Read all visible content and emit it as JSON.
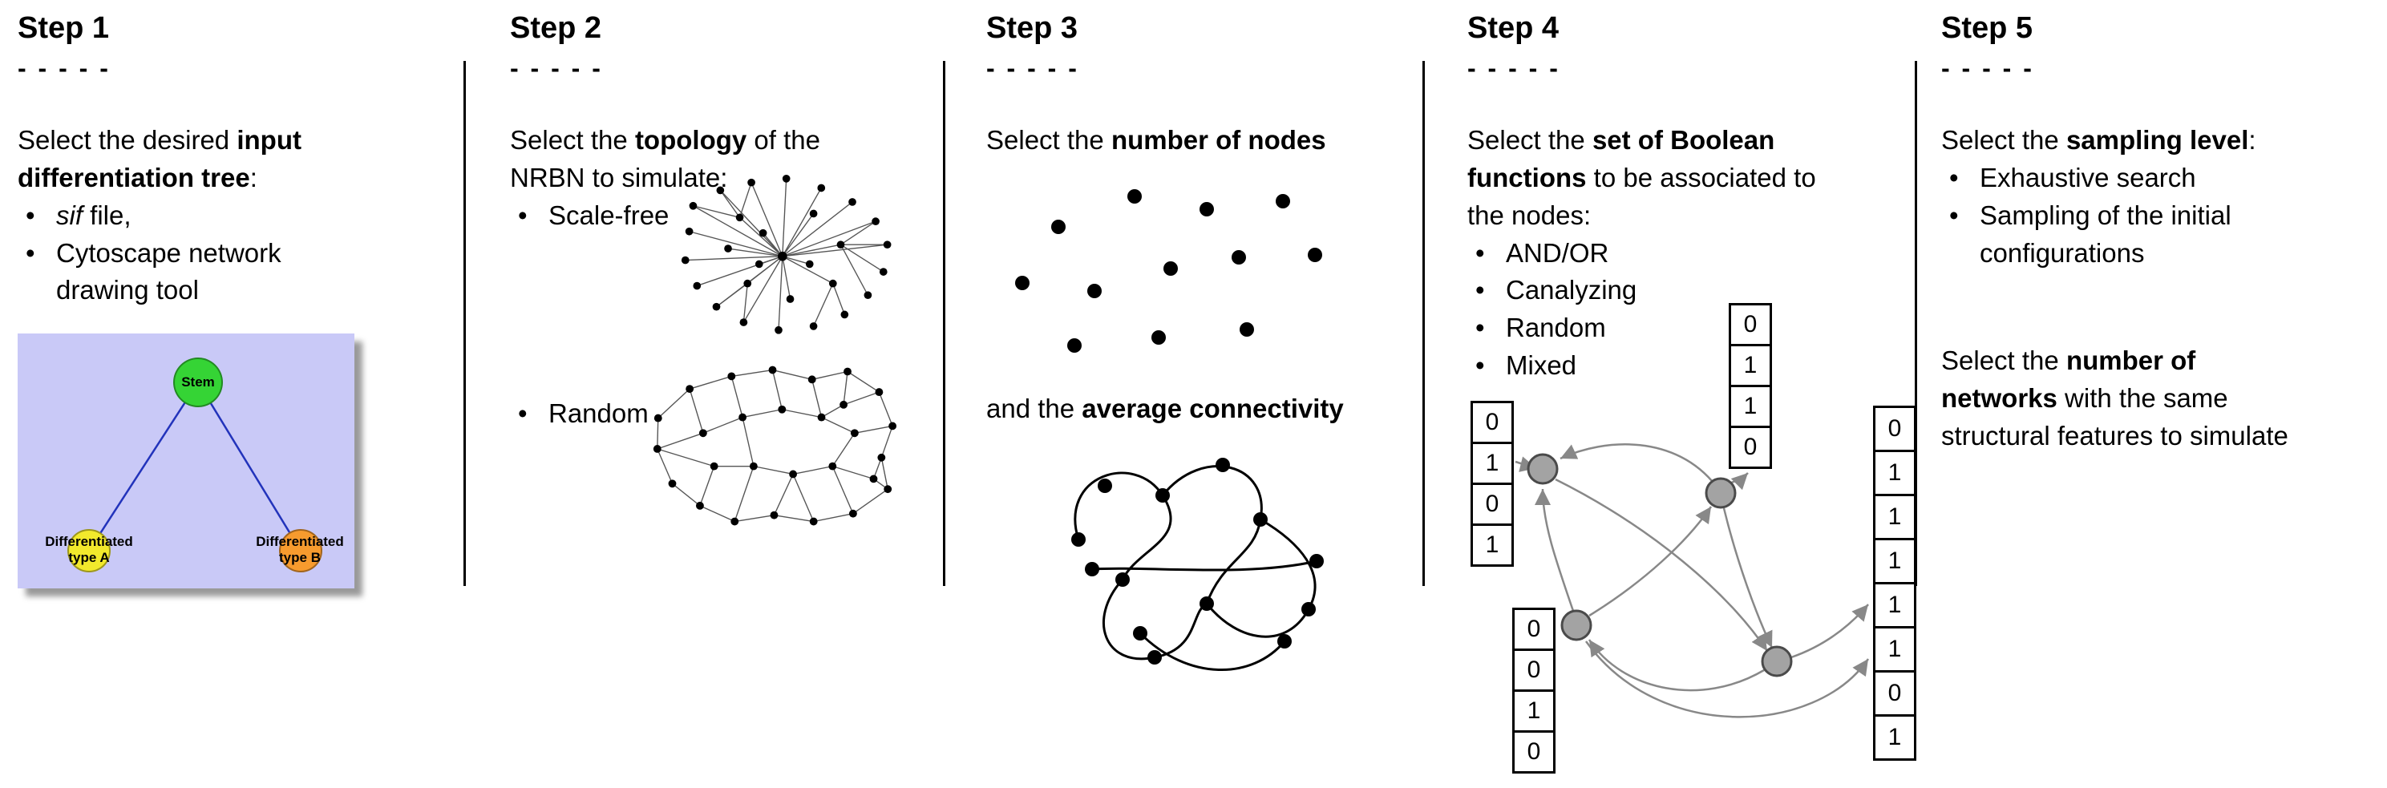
{
  "steps": [
    {
      "title": "Step 1",
      "dashes": "- - - - -",
      "intro": {
        "pre": "Select the desired ",
        "bold": "input\ndifferentiation tree",
        "post": ":"
      },
      "bullets": [
        {
          "italic": "sif",
          "text": " file,"
        },
        {
          "italic": "",
          "text": "Cytoscape network\ndrawing tool"
        }
      ],
      "tree": {
        "root_label": "Stem",
        "left_label": "Differentiated type A",
        "right_label": "Differentiated type B",
        "root_color": "#35d435",
        "left_color": "#f2e92c",
        "right_color": "#f79b2e",
        "background": "#c9c9f7",
        "edge_color": "#2233bb"
      }
    },
    {
      "title": "Step 2",
      "dashes": "- - - - -",
      "intro": {
        "pre": "Select the ",
        "bold": "topology",
        "post": " of the\nNRBN to simulate:"
      },
      "bullets": [
        "Scale-free",
        "Random"
      ]
    },
    {
      "title": "Step 3",
      "dashes": "- - - - -",
      "intro": {
        "pre": "Select the ",
        "bold": "number of nodes",
        "post": ""
      },
      "second": {
        "pre": "and the ",
        "bold": "average connectivity",
        "post": ""
      }
    },
    {
      "title": "Step 4",
      "dashes": "- - - - -",
      "intro": {
        "pre": "Select the ",
        "bold": "set of Boolean\nfunctions",
        "post": " to be associated to\nthe nodes:"
      },
      "bullets": [
        "AND/OR",
        "Canalyzing",
        "Random",
        "Mixed"
      ],
      "truth_tables": {
        "left": [
          "0",
          "1",
          "0",
          "1"
        ],
        "top": [
          "0",
          "1",
          "1",
          "0"
        ],
        "bottom": [
          "0",
          "0",
          "1",
          "0"
        ],
        "right": [
          "0",
          "1",
          "1",
          "1",
          "1",
          "1",
          "0",
          "1"
        ]
      }
    },
    {
      "title": "Step 5",
      "dashes": "- - - - -",
      "intro": {
        "pre": "Select the ",
        "bold": "sampling level",
        "post": ":"
      },
      "bullets": [
        "Exhaustive search",
        "Sampling of the initial\nconfigurations"
      ],
      "second": {
        "pre": "Select the ",
        "bold": "number of\nnetworks",
        "post": " with the same\nstructural features to simulate"
      }
    }
  ]
}
